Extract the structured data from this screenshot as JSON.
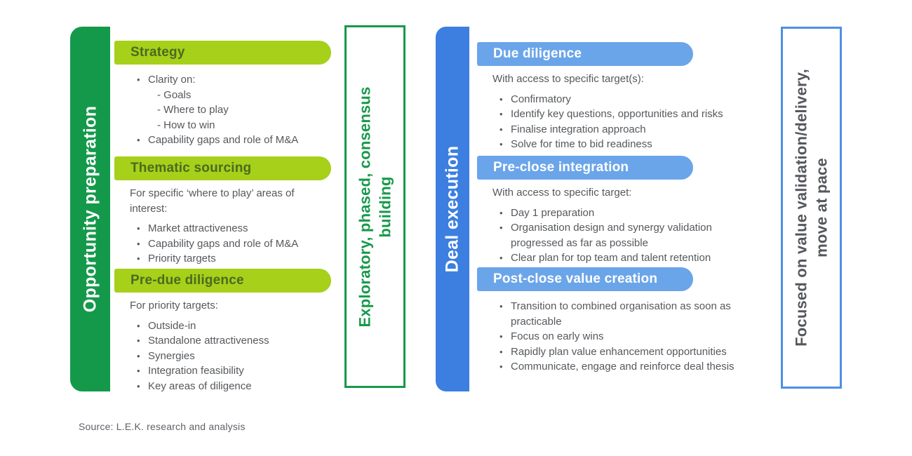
{
  "colors": {
    "dark_green": "#14994b",
    "lime": "#a6d01a",
    "lime_header_text": "#4c6a20",
    "green_border": "#17994a",
    "blue_bar": "#3c7fe1",
    "light_blue": "#6ba5e9",
    "blue_border": "#4e90e4",
    "body_text": "#55585c"
  },
  "left_track": {
    "label": "Opportunity preparation",
    "sections": [
      {
        "title": "Strategy",
        "intro": "",
        "items": [
          {
            "text": "Clarity on:",
            "subs": [
              "- Goals",
              "- Where to play",
              "- How to win"
            ]
          },
          {
            "text": "Capability gaps and role of M&A"
          }
        ]
      },
      {
        "title": "Thematic sourcing",
        "intro": "For specific ‘where to play’ areas of interest:",
        "items": [
          {
            "text": "Market attractiveness"
          },
          {
            "text": "Capability gaps and role of M&A"
          },
          {
            "text": "Priority targets"
          }
        ]
      },
      {
        "title": "Pre-due diligence",
        "intro": "For priority targets:",
        "items": [
          {
            "text": "Outside-in"
          },
          {
            "text": "Standalone attractiveness"
          },
          {
            "text": "Synergies"
          },
          {
            "text": "Integration feasibility"
          },
          {
            "text": "Key areas of diligence"
          }
        ]
      }
    ],
    "note_lines": [
      "Exploratory, phased, consensus",
      "building"
    ]
  },
  "right_track": {
    "label": "Deal execution",
    "sections": [
      {
        "title": "Due diligence",
        "intro": "With access to specific target(s):",
        "items": [
          {
            "text": "Confirmatory"
          },
          {
            "text": "Identify key questions, opportunities and risks"
          },
          {
            "text": "Finalise integration approach"
          },
          {
            "text": "Solve for time to bid readiness"
          }
        ]
      },
      {
        "title": "Pre-close integration",
        "intro": "With access to specific target:",
        "items": [
          {
            "text": "Day 1 preparation"
          },
          {
            "text": "Organisation design and synergy validation progressed as far as possible"
          },
          {
            "text": "Clear plan for top team and talent retention"
          }
        ]
      },
      {
        "title": "Post-close value creation",
        "intro": "",
        "items": [
          {
            "text": "Transition to combined organisation as soon as practicable"
          },
          {
            "text": "Focus on early wins"
          },
          {
            "text": "Rapidly plan value enhancement opportunities"
          },
          {
            "text": "Communicate, engage and reinforce deal thesis"
          }
        ]
      }
    ],
    "note_lines": [
      "Focused on value validation/delivery,",
      "move at pace"
    ]
  },
  "source": "Source: L.E.K. research and analysis"
}
